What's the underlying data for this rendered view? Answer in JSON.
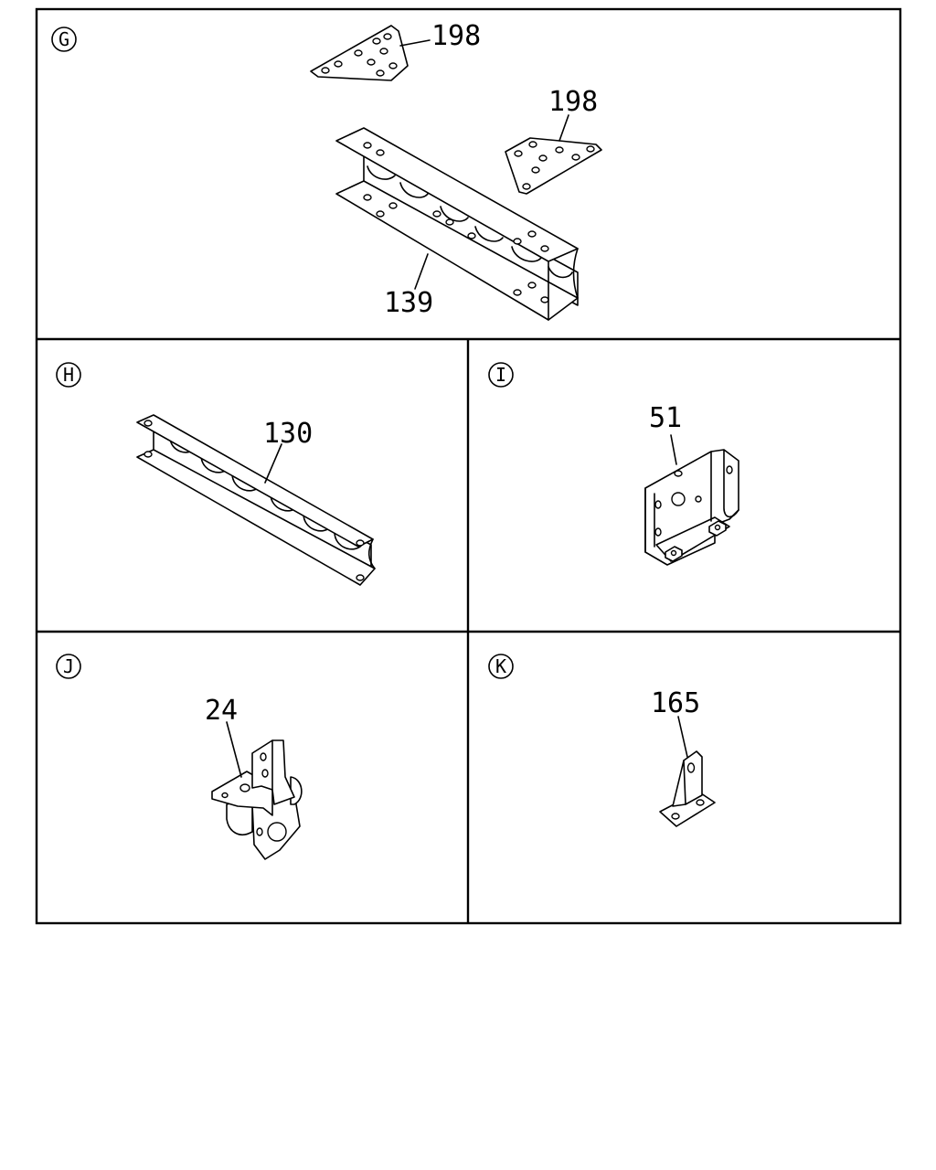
{
  "panels": [
    {
      "id": "G",
      "parts": [
        "198",
        "198",
        "139"
      ]
    },
    {
      "id": "H",
      "parts": [
        "130"
      ]
    },
    {
      "id": "I",
      "parts": [
        "51"
      ]
    },
    {
      "id": "J",
      "parts": [
        "24"
      ]
    },
    {
      "id": "K",
      "parts": [
        "165"
      ]
    }
  ]
}
